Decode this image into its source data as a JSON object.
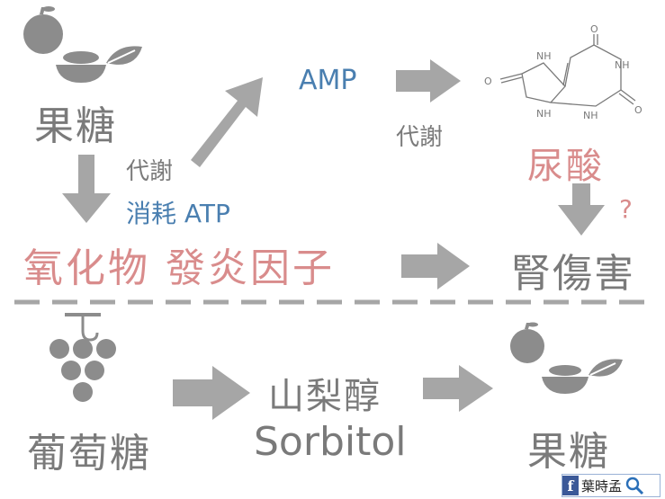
{
  "top": {
    "fructose": "果糖",
    "metabolism_1": "代謝",
    "consume_atp": "消耗 ATP",
    "amp": "AMP",
    "metabolism_2": "代謝",
    "uric_acid": "尿酸",
    "question_mark": "?",
    "oxidants_inflammation": "氧化物 發炎因子",
    "kidney_damage": "腎傷害",
    "molecule_labels": {
      "o_left": "O",
      "nh_top": "NH",
      "o_top": "O",
      "nh_right": "NH",
      "o_right": "O",
      "nh_bottom_left": "NH",
      "nh_bottom_right": "NH"
    }
  },
  "bottom": {
    "glucose": "葡萄糖",
    "sorbitol_cn": "山梨醇",
    "sorbitol_en": "Sorbitol",
    "fructose": "果糖"
  },
  "badge": {
    "fb_letter": "f",
    "name": "葉時孟"
  },
  "colors": {
    "grey_text": "#7a7a7a",
    "arrow_grey": "#a6a6a6",
    "pink": "#d98c8c",
    "blue": "#4a7fb0",
    "icon_grey": "#8c8c8c"
  }
}
